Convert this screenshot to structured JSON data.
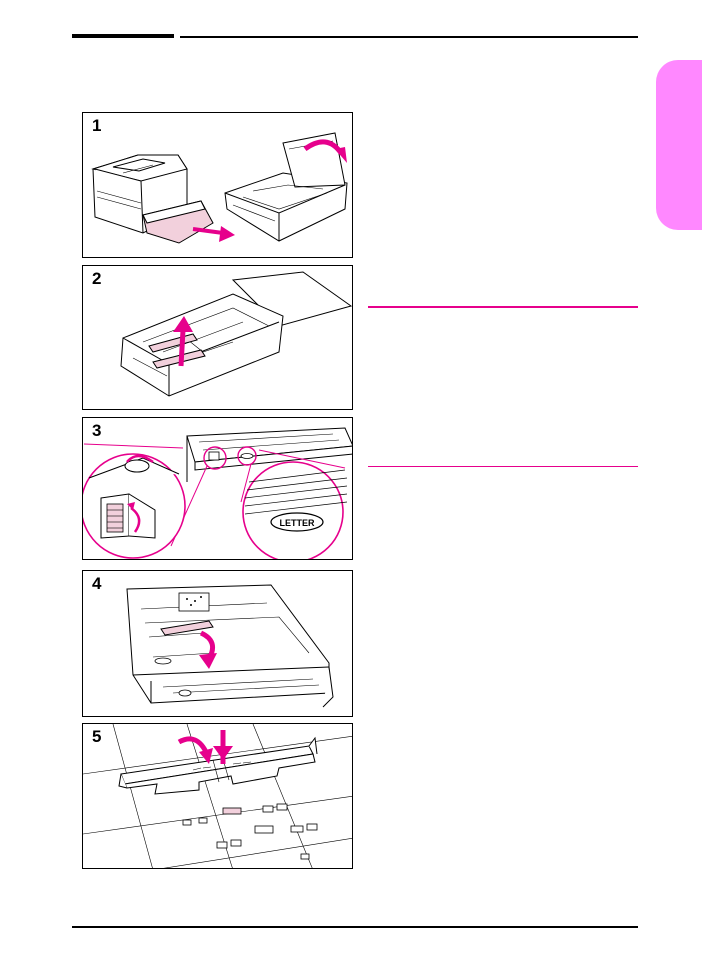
{
  "steps": [
    {
      "number": "1"
    },
    {
      "number": "2"
    },
    {
      "number": "3",
      "size_label": "LETTER"
    },
    {
      "number": "4"
    },
    {
      "number": "5"
    }
  ],
  "colors": {
    "accent": "#e6008c",
    "tab": "#ff88ff",
    "part_fill": "#f2d0dc",
    "ink": "#000000"
  }
}
